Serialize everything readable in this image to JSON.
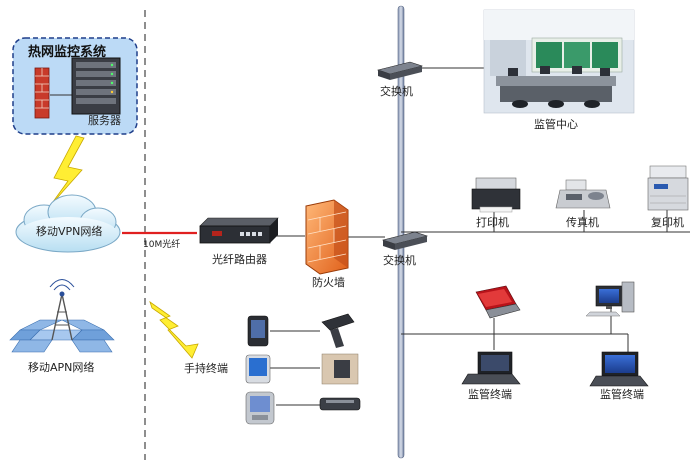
{
  "system": {
    "title": "热网监控系统",
    "server_label": "服务器"
  },
  "network": {
    "vpn_cloud_label": "移动VPN网络",
    "apn_tower_label": "移动APN网络",
    "fiber_label": "10M光纤",
    "router_label": "光纤路由器",
    "firewall_label": "防火墙"
  },
  "switches": {
    "top_label": "交换机",
    "middle_label": "交换机"
  },
  "monitoring_center": {
    "label": "监管中心"
  },
  "office_devices": {
    "printer_label": "打印机",
    "fax_label": "传真机",
    "copier_label": "复印机"
  },
  "handheld": {
    "label": "手持终端"
  },
  "terminals": {
    "left_label": "监管终端",
    "right_label": "监管终端"
  },
  "colors": {
    "fiber": "#e02020",
    "backbone": "#6a7a9a",
    "server_panel": "#bcdaf6",
    "firewall": "#f08a3a"
  }
}
